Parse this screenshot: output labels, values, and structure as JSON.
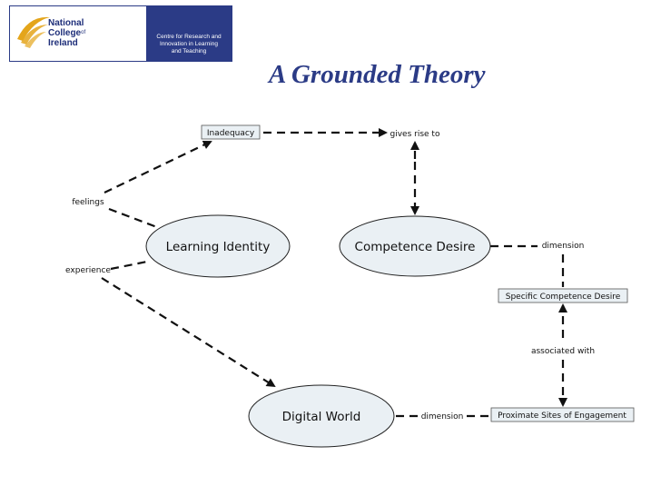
{
  "header": {
    "logo_line1": "National",
    "logo_line2": "College",
    "logo_of": "of",
    "logo_line3": "Ireland",
    "centre_line1": "Centre for Research and",
    "centre_line2": "Innovation in Learning",
    "centre_line3": "and Teaching"
  },
  "title": "A Grounded Theory",
  "diagram": {
    "nodes": {
      "learning_identity": "Learning Identity",
      "competence_desire": "Competence Desire",
      "digital_world": "Digital World",
      "inadequacy": "Inadequacy",
      "specific_competence_desire": "Specific Competence Desire",
      "proximate_sites": "Proximate Sites of Engagement"
    },
    "labels": {
      "gives_rise_to": "gives rise to",
      "feelings": "feelings",
      "experience": "experience",
      "dimension_competence": "dimension",
      "dimension_digital": "dimension",
      "associated_with": "associated with"
    }
  },
  "colors": {
    "brand": "#2b3b86",
    "node_fill": "#eaf0f4",
    "logo_gold": "#e4a51b"
  }
}
